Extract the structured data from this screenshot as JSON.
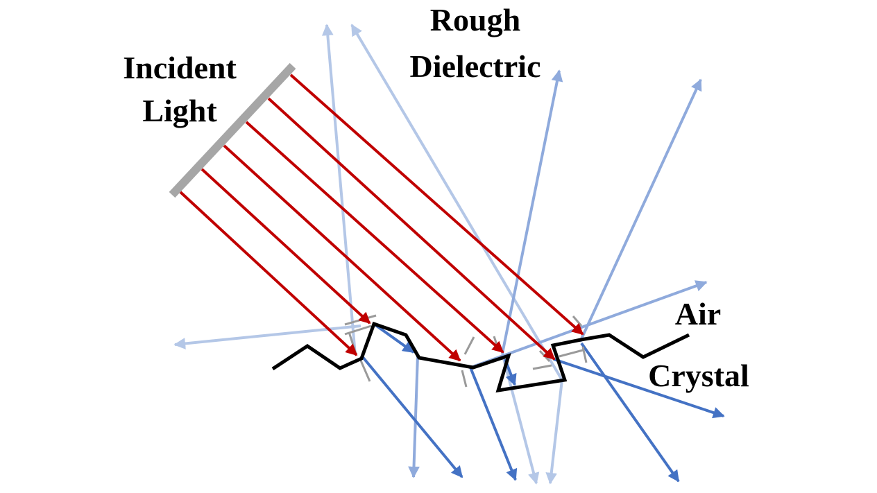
{
  "labels": {
    "incident_line1": "Incident",
    "incident_line2": "Light",
    "rough_line1": "Rough",
    "rough_line2": "Dielectric",
    "air": "Air",
    "crystal": "Crystal"
  },
  "colors": {
    "incident_ray": "#c00000",
    "reflected_ray": "#9bb5e2",
    "refracted_ray": "#4472c4",
    "light_source": "#a6a6a6",
    "surface": "#000000",
    "microfacet_normal": "#9a9a9a"
  },
  "icons": {
    "light_source": "light-source-bar",
    "surface": "rough-surface-profile"
  }
}
